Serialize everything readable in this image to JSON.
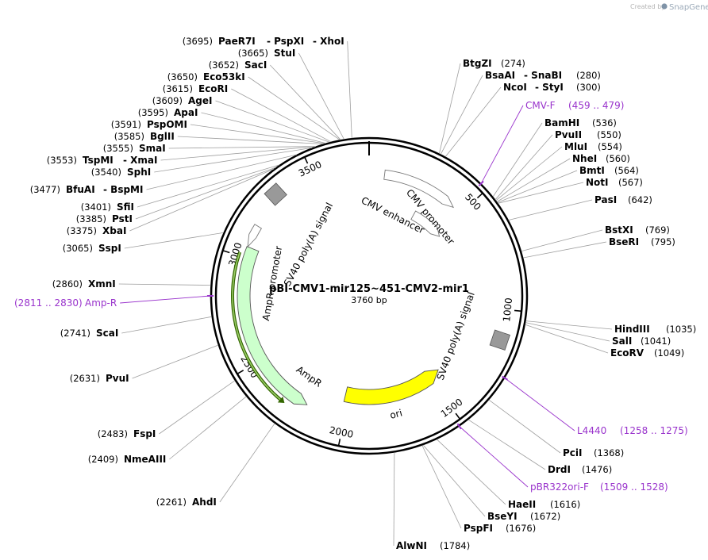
{
  "credit": {
    "prefix": "Created by",
    "brand": "SnapGene"
  },
  "plasmid": {
    "name": "pBI-CMV1-mir125~451-CMV2-mir1",
    "size": "3760 bp",
    "length": 3760
  },
  "ticks": [
    {
      "bp": 500,
      "label": "500"
    },
    {
      "bp": 1000,
      "label": "1000"
    },
    {
      "bp": 1500,
      "label": "1500"
    },
    {
      "bp": 2000,
      "label": "2000"
    },
    {
      "bp": 2500,
      "label": "2500"
    },
    {
      "bp": 3000,
      "label": "3000"
    },
    {
      "bp": 3500,
      "label": "3500"
    }
  ],
  "enzymes": [
    {
      "pos": "(3695)",
      "name": "PaeR7I",
      "extra": [
        "PspXI",
        "XhoI"
      ],
      "bp": 3695
    },
    {
      "pos": "(3665)",
      "name": "StuI",
      "bp": 3665
    },
    {
      "pos": "(3652)",
      "name": "SacI",
      "bp": 3652
    },
    {
      "pos": "(3650)",
      "name": "Eco53kI",
      "bp": 3650
    },
    {
      "pos": "(3615)",
      "name": "EcoRI",
      "bp": 3615
    },
    {
      "pos": "(3609)",
      "name": "AgeI",
      "bp": 3609
    },
    {
      "pos": "(3595)",
      "name": "ApaI",
      "bp": 3595
    },
    {
      "pos": "(3591)",
      "name": "PspOMI",
      "bp": 3591
    },
    {
      "pos": "(3585)",
      "name": "BglII",
      "bp": 3585
    },
    {
      "pos": "(3555)",
      "name": "SmaI",
      "bp": 3555
    },
    {
      "pos": "(3553)",
      "name": "TspMI",
      "extra": [
        "XmaI"
      ],
      "bp": 3553
    },
    {
      "pos": "(3540)",
      "name": "SphI",
      "bp": 3540
    },
    {
      "pos": "(3477)",
      "name": "BfuAI",
      "extra": [
        "BspMI"
      ],
      "bp": 3477
    },
    {
      "pos": "(3401)",
      "name": "SfiI",
      "bp": 3401
    },
    {
      "pos": "(3385)",
      "name": "PstI",
      "bp": 3385
    },
    {
      "pos": "(3375)",
      "name": "XbaI",
      "bp": 3375
    },
    {
      "pos": "(3065)",
      "name": "SspI",
      "bp": 3065
    },
    {
      "pos": "(2860)",
      "name": "XmnI",
      "bp": 2860
    },
    {
      "pos": "(2741)",
      "name": "ScaI",
      "bp": 2741
    },
    {
      "pos": "(2631)",
      "name": "PvuI",
      "bp": 2631
    },
    {
      "pos": "(2483)",
      "name": "FspI",
      "bp": 2483
    },
    {
      "pos": "(2409)",
      "name": "NmeAIII",
      "bp": 2409
    },
    {
      "pos": "(2261)",
      "name": "AhdI",
      "bp": 2261
    },
    {
      "pos": "(274)",
      "name": "BtgZI",
      "bp": 274
    },
    {
      "pos": "(280)",
      "name": "BsaAI",
      "extra": [
        "SnaBI"
      ],
      "bp": 280
    },
    {
      "pos": "(300)",
      "name": "NcoI",
      "extra": [
        "StyI"
      ],
      "bp": 300
    },
    {
      "pos": "(536)",
      "name": "BamHI",
      "bp": 536
    },
    {
      "pos": "(550)",
      "name": "PvuII",
      "bp": 550
    },
    {
      "pos": "(554)",
      "name": "MluI",
      "bp": 554
    },
    {
      "pos": "(560)",
      "name": "NheI",
      "bp": 560
    },
    {
      "pos": "(564)",
      "name": "BmtI",
      "bp": 564
    },
    {
      "pos": "(567)",
      "name": "NotI",
      "bp": 567
    },
    {
      "pos": "(642)",
      "name": "PasI",
      "bp": 642
    },
    {
      "pos": "(769)",
      "name": "BstXI",
      "bp": 769
    },
    {
      "pos": "(795)",
      "name": "BseRI",
      "bp": 795
    },
    {
      "pos": "(1035)",
      "name": "HindIII",
      "bp": 1035
    },
    {
      "pos": "(1041)",
      "name": "SalI",
      "bp": 1041
    },
    {
      "pos": "(1049)",
      "name": "EcoRV",
      "bp": 1049
    },
    {
      "pos": "(1368)",
      "name": "PciI",
      "bp": 1368
    },
    {
      "pos": "(1476)",
      "name": "DrdI",
      "bp": 1476
    },
    {
      "pos": "(1616)",
      "name": "HaeII",
      "bp": 1616
    },
    {
      "pos": "(1672)",
      "name": "BseYI",
      "bp": 1672
    },
    {
      "pos": "(1676)",
      "name": "PspFI",
      "bp": 1676
    },
    {
      "pos": "(1784)",
      "name": "AlwNI",
      "bp": 1784
    }
  ],
  "primers": [
    {
      "name": "CMV-F",
      "range": "(459 .. 479)",
      "bp": 469
    },
    {
      "name": "L4440",
      "range": "(1258 .. 1275)",
      "bp": 1266
    },
    {
      "name": "pBR322ori-F",
      "range": "(1509 .. 1528)",
      "bp": 1518
    },
    {
      "name": "Amp-R",
      "range": "(2811 .. 2830)",
      "bp": 2820
    }
  ],
  "features": [
    {
      "label": "CMV enhancer",
      "start": 76,
      "end": 455,
      "strand": 1,
      "color": "#ffffff",
      "kind": "enhancer"
    },
    {
      "label": "CMV promoter",
      "start": 300,
      "end": 520,
      "strand": 1,
      "color": "#ffffff",
      "kind": "promoter"
    },
    {
      "label": "SV40 poly(A) signal",
      "start": 1090,
      "end": 1180,
      "strand": 1,
      "color": "#999999",
      "kind": "terminator"
    },
    {
      "label": "ori",
      "start": 1430,
      "end": 2020,
      "strand": -1,
      "color": "#ffff00",
      "kind": "ori"
    },
    {
      "label": "AmpR",
      "start": 2190,
      "end": 3050,
      "strand": -1,
      "color": "#ccffcc",
      "kind": "cds"
    },
    {
      "label": "AmpR promoter",
      "start": 3050,
      "end": 3155,
      "strand": -1,
      "color": "#ffffff",
      "kind": "promoter"
    },
    {
      "label": "SV40 poly(A) signal",
      "start": 3270,
      "end": 3360,
      "strand": -1,
      "color": "#999999",
      "kind": "terminator"
    }
  ],
  "colors": {
    "primer": "#9933cc",
    "ampr_dark": "#336600",
    "ampr_light": "#99cc66"
  }
}
